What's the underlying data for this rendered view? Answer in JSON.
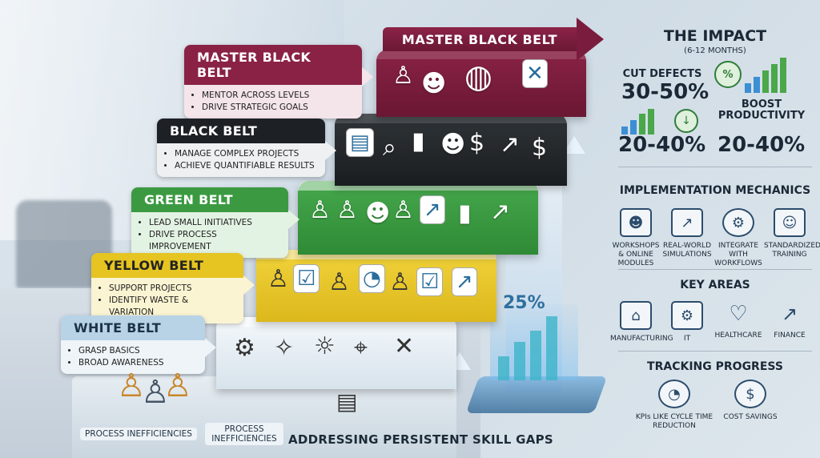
{
  "belts": [
    {
      "title": "MASTER BLACK BELT",
      "items": [
        "MENTOR ACROSS LEVELS",
        "DRIVE STRATEGIC GOALS"
      ]
    },
    {
      "title": "BLACK BELT",
      "items": [
        "MANAGE COMPLEX PROJECTS",
        "ACHIEVE QUANTIFIABLE RESULTS"
      ]
    },
    {
      "title": "GREEN BELT",
      "items": [
        "LEAD SMALL INITIATIVES",
        "DRIVE PROCESS IMPROVEMENT"
      ]
    },
    {
      "title": "YELLOW BELT",
      "items": [
        "SUPPORT PROJECTS",
        "IDENTIFY WASTE & VARIATION"
      ]
    },
    {
      "title": "WHITE BELT",
      "items": [
        "GRASP BASICS",
        "BROAD AWARENESS"
      ]
    }
  ],
  "top_banner": "MASTER BLACK BELT",
  "floor_labels": [
    "PROCESS INEFFICIENCIES",
    "PROCESS INEFFICIENCIES"
  ],
  "bottom_caption": "ADDRESSING PERSISTENT SKILL GAPS",
  "chart_overlay": "25%",
  "impact": {
    "title": "THE IMPACT",
    "subtitle": "(6-12 MONTHS)",
    "cut_defects_label": "CUT DEFECTS",
    "cut_defects_value": "30-50%",
    "boost_label": "BOOST PRODUCTIVITY",
    "boost_value": "20-40%",
    "left_value": "20-40%"
  },
  "implementation": {
    "title": "IMPLEMENTATION MECHANICS",
    "items": [
      {
        "label": "WORKSHOPS & ONLINE MODULES",
        "icon": "workshop-icon"
      },
      {
        "label": "REAL-WORLD SIMULATIONS",
        "icon": "simulation-icon"
      },
      {
        "label": "INTEGRATE WITH WORKFLOWS",
        "icon": "gear-icon"
      },
      {
        "label": "STANDARDIZED TRAINING",
        "icon": "training-icon"
      }
    ]
  },
  "key_areas": {
    "title": "KEY AREAS",
    "items": [
      {
        "label": "MANUFACTURING",
        "icon": "factory-icon"
      },
      {
        "label": "IT",
        "icon": "computer-icon"
      },
      {
        "label": "HEALTHCARE",
        "icon": "heart-icon"
      },
      {
        "label": "FINANCE",
        "icon": "growth-chart-icon"
      }
    ]
  },
  "tracking": {
    "title": "TRACKING PROGRESS",
    "items": [
      {
        "label": "KPIs LIKE CYCLE TIME REDUCTION",
        "icon": "gauge-icon"
      },
      {
        "label": "COST SAVINGS",
        "icon": "money-hand-icon"
      }
    ]
  },
  "colors": {
    "master_black_belt": "#8a2246",
    "black_belt": "#1d2125",
    "green_belt": "#3b9a41",
    "yellow_belt": "#e6c421",
    "white_belt": "#b9d3e6"
  }
}
